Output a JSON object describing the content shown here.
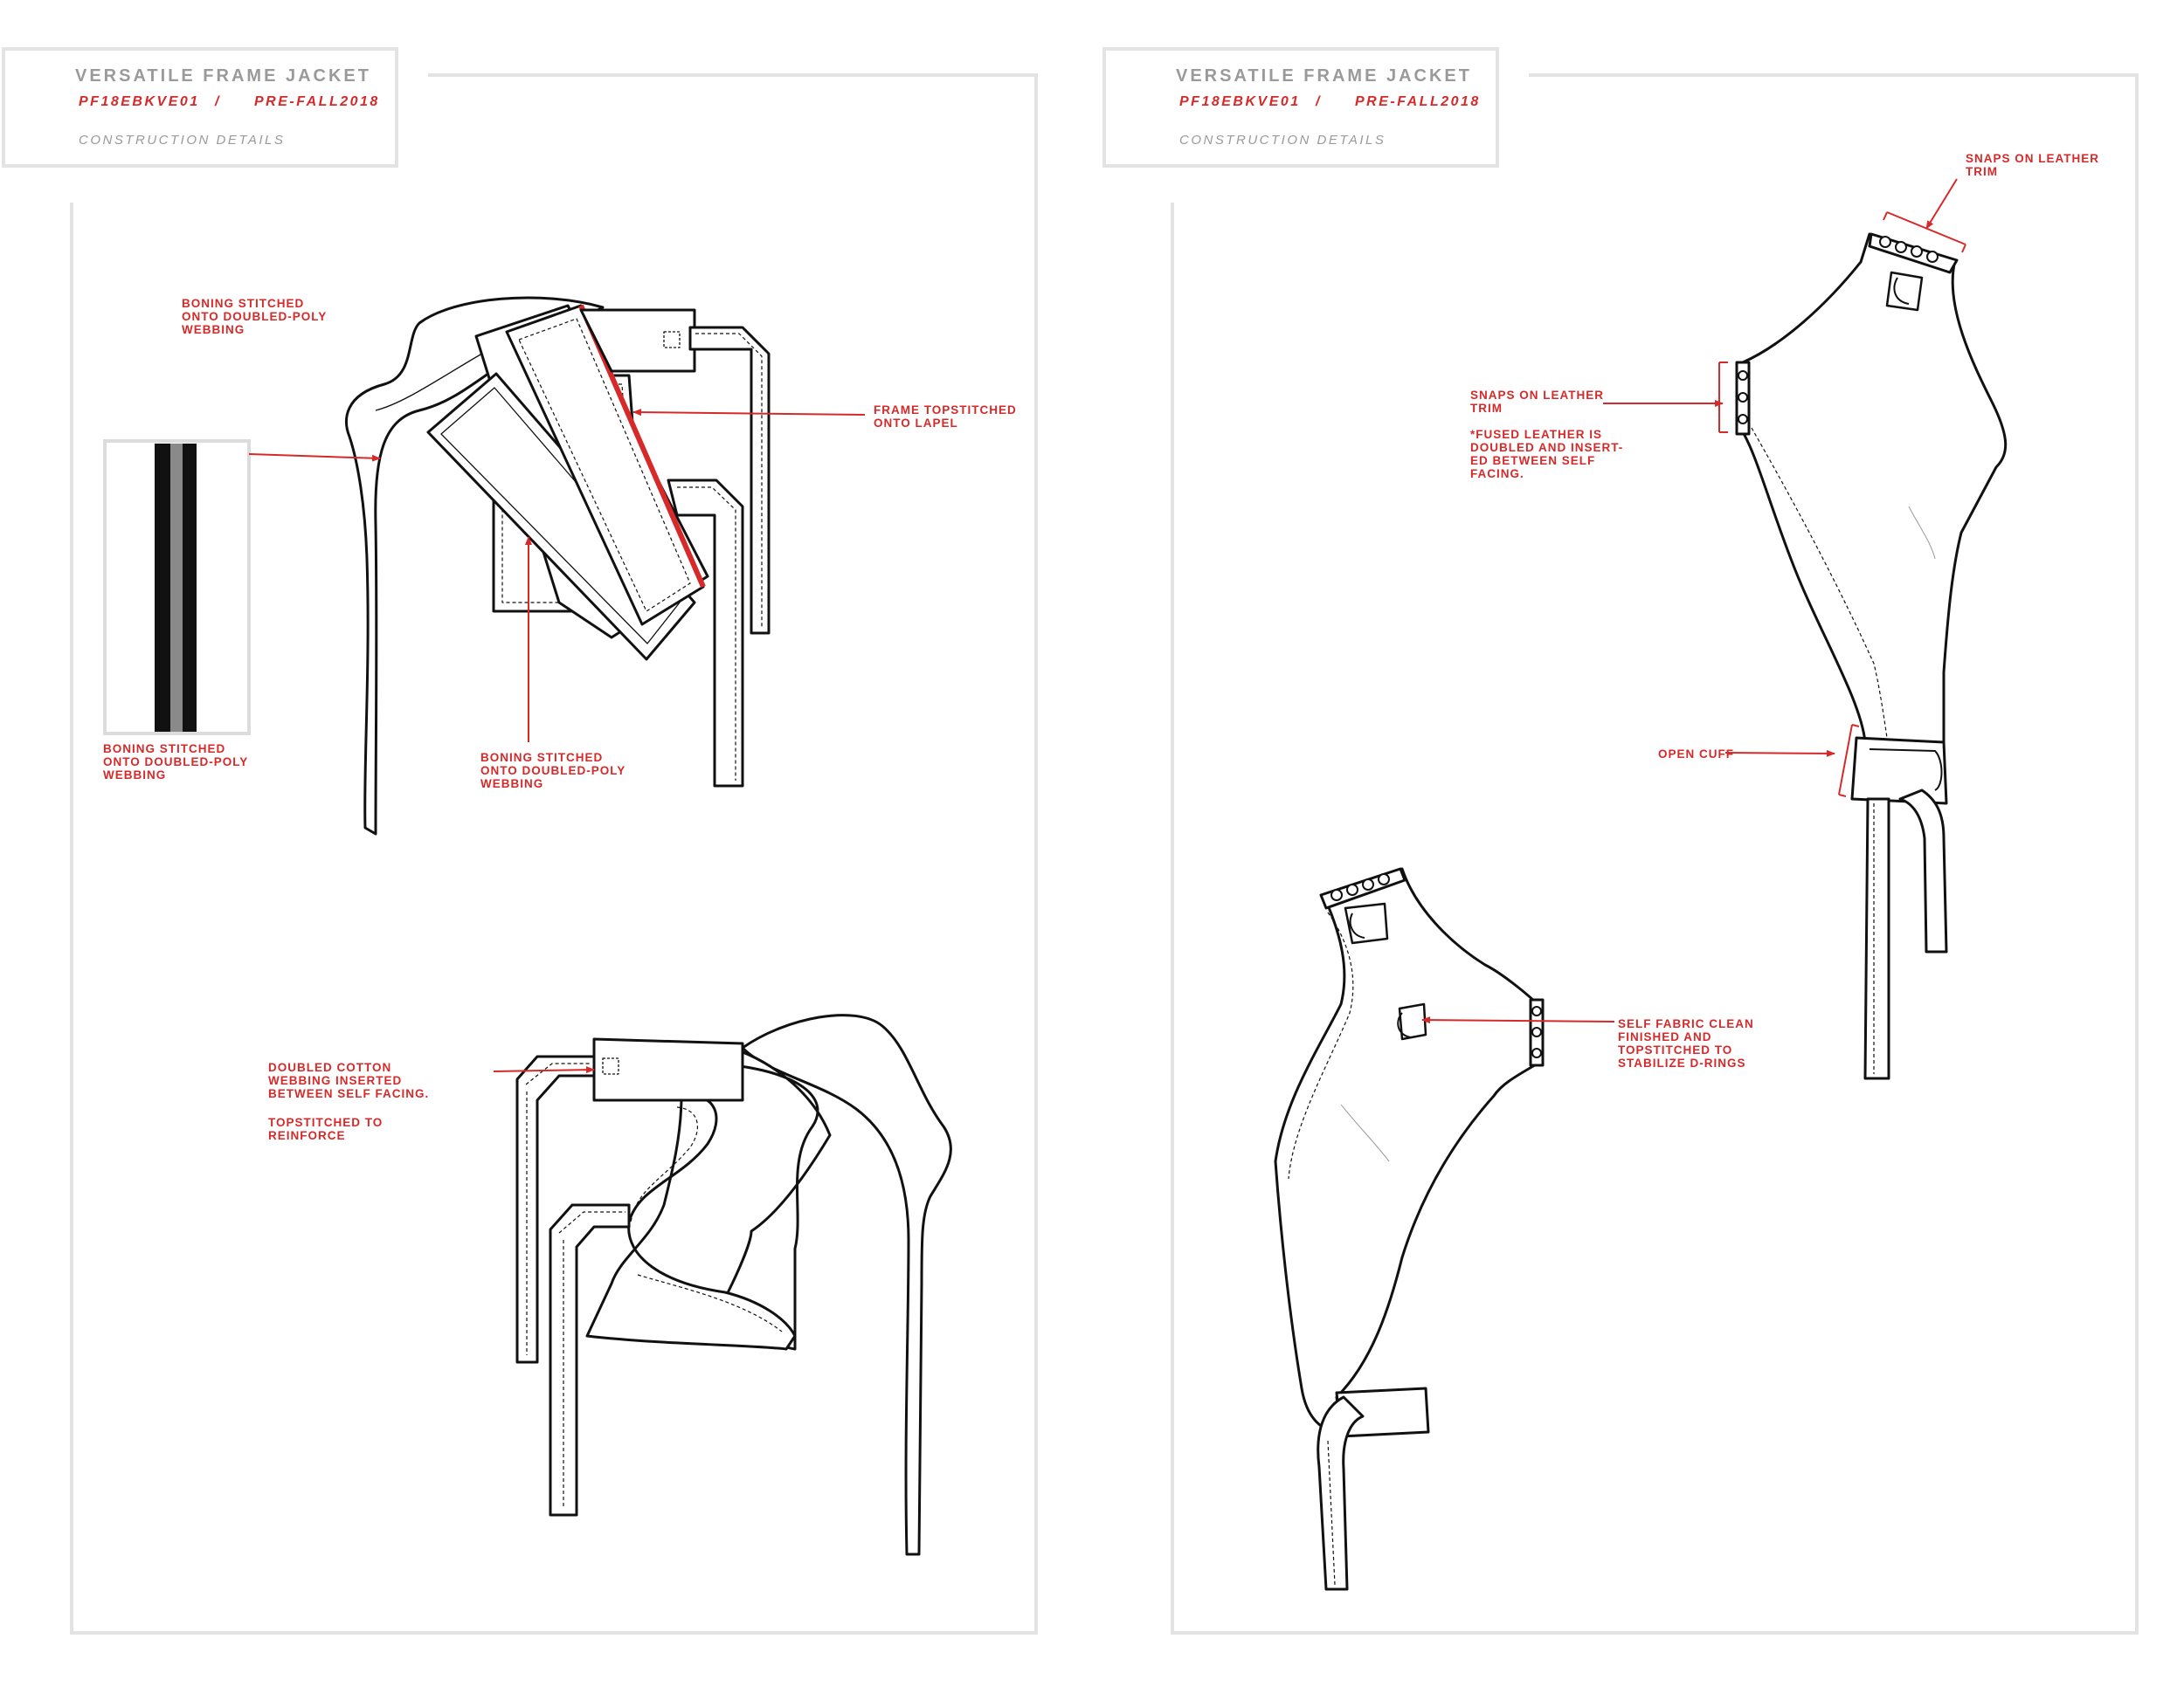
{
  "left_page": {
    "header": {
      "title": "VERSATILE FRAME JACKET",
      "style_code": "PF18EBKVE01",
      "separator": "/",
      "season": "PRE-FALL2018",
      "subtitle": "CONSTRUCTION DETAILS"
    },
    "callouts": {
      "boning_top": "BONING STITCHED\nONTO DOUBLED-POLY\nWEBBING",
      "boning_swatch": "BONING STITCHED\nONTO DOUBLED-POLY\nWEBBING",
      "boning_center": "BONING STITCHED\nONTO DOUBLED-POLY\nWEBBING",
      "frame_topstitched": "FRAME TOPSTITCHED\nONTO LAPEL",
      "doubled_cotton": "DOUBLED COTTON\nWEBBING INSERTED\nBETWEEN SELF FACING.",
      "topstitched_reinforce": "TOPSTITCHED TO\nREINFORCE"
    }
  },
  "right_page": {
    "header": {
      "title": "VERSATILE FRAME JACKET",
      "style_code": "PF18EBKVE01",
      "separator": "/",
      "season": "PRE-FALL2018",
      "subtitle": "CONSTRUCTION DETAILS"
    },
    "callouts": {
      "snaps_top": "SNAPS ON LEATHER\nTRIM",
      "snaps_left": "SNAPS ON LEATHER\nTRIM",
      "fused_leather": "*FUSED LEATHER IS\nDOUBLED AND INSERT-\nED BETWEEN SELF\nFACING.",
      "open_cuff": "OPEN CUFF",
      "self_fabric": "SELF FABRIC CLEAN\nFINISHED AND\nTOPSTITCHED TO\nSTABILIZE D-RINGS"
    }
  },
  "colors": {
    "accent_red": "#d62a2a",
    "header_gray": "#9a9a9a",
    "frame_gray": "#e3e3e3",
    "line_black": "#111111"
  }
}
